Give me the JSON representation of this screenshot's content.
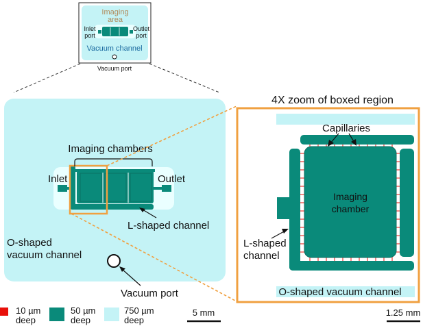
{
  "overview": {
    "imaging_area": "Imaging area",
    "inlet_port": "Inlet port",
    "outlet_port": "Outlet port",
    "vacuum_channel": "Vacuum channel",
    "vacuum_port": "Vacuum port"
  },
  "main": {
    "imaging_chambers": "Imaging chambers",
    "inlet": "Inlet",
    "outlet": "Outlet",
    "l_shaped_channel": "L-shaped channel",
    "o_shaped_line1": "O-shaped",
    "o_shaped_line2": "vacuum channel",
    "vacuum_port": "Vacuum port"
  },
  "zoom": {
    "title": "4X zoom of boxed region",
    "capillaries": "Capillaries",
    "imaging_line1": "Imaging",
    "imaging_line2": "chamber",
    "l_shaped_line1": "L-shaped",
    "l_shaped_line2": "channel",
    "o_shaped": "O-shaped vacuum channel"
  },
  "legend": {
    "items": [
      {
        "depth": "10 µm",
        "unit": "deep",
        "color": "#e8100a"
      },
      {
        "depth": "50 µm",
        "unit": "deep",
        "color": "#0a8a7a"
      },
      {
        "depth": "750 µm",
        "unit": "deep",
        "color": "#c4f3f6"
      }
    ]
  },
  "scalebars": {
    "main": "5 mm",
    "zoom": "1.25 mm"
  },
  "colors": {
    "teal": "#0a8a7a",
    "cyan": "#c4f3f6",
    "red": "#e8100a",
    "orange": "#f0a040"
  }
}
